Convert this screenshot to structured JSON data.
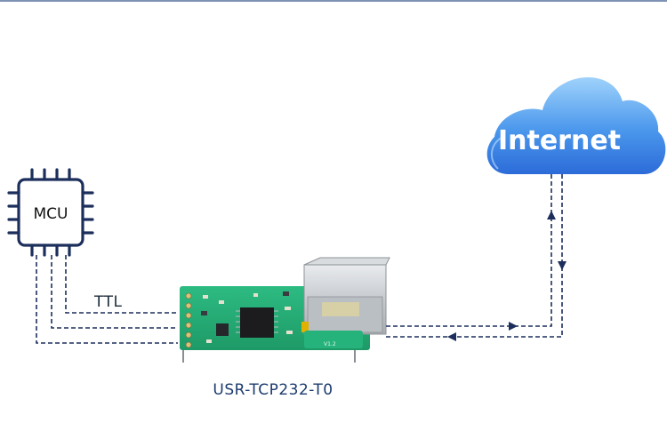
{
  "mcu": {
    "label": "MCU",
    "icon": "chip-icon"
  },
  "cloud": {
    "label": "Internet",
    "icon": "cloud-icon"
  },
  "connection": {
    "interface_label": "TTL"
  },
  "module": {
    "name": "USR-TCP232-T0",
    "version_mark": "V1.2"
  },
  "colors": {
    "line": "#1c2f5c",
    "cloud_light": "#7ec0f6",
    "cloud_dark": "#2f6fd6",
    "pcb": "#26b27a",
    "topbar": "#7e93b3"
  }
}
